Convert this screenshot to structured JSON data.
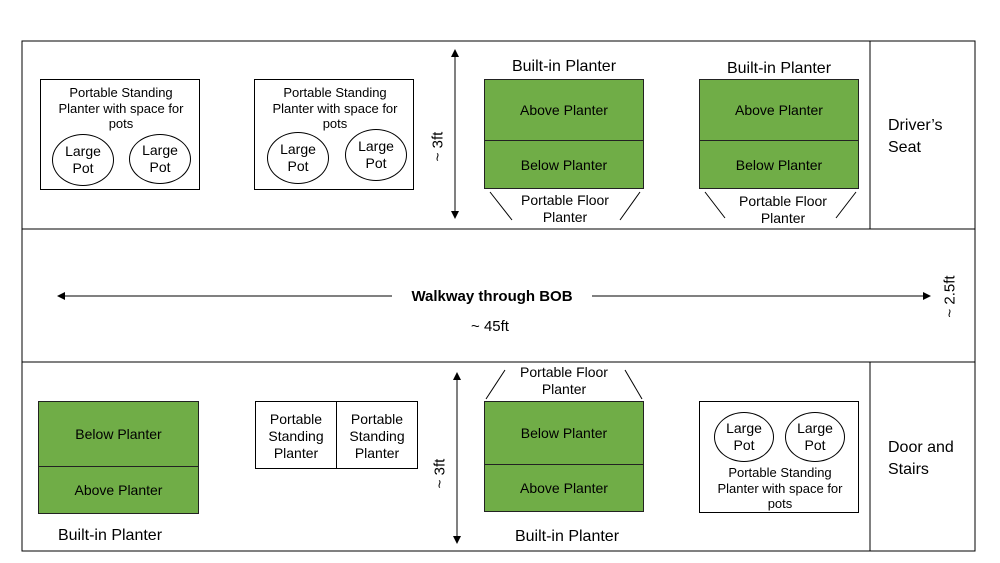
{
  "labels": {
    "pss_full": "Portable Standing Planter with space for pots",
    "pss_short": "Portable Standing Planter",
    "large_pot": "Large Pot",
    "built_in": "Built-in Planter",
    "above": "Above Planter",
    "below": "Below Planter",
    "floor": "Portable Floor Planter",
    "drivers_seat": "Driver’s Seat",
    "door_stairs": "Door and Stairs",
    "walkway": "Walkway through BOB",
    "length": "~ 45ft",
    "height": "~ 3ft",
    "width": "~ 2.5ft"
  },
  "colors": {
    "planter_green": "#70ad47",
    "line": "#000000"
  }
}
